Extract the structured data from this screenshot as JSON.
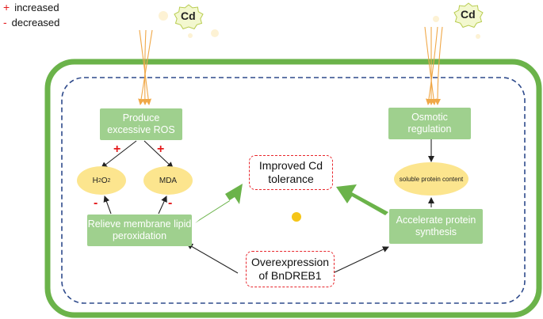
{
  "legend": {
    "plus_symbol": "+",
    "plus_text": "increased",
    "minus_symbol": "-",
    "minus_text": "decreased"
  },
  "cd_label": "Cd",
  "nodes": {
    "produce_ros": "Produce excessive ROS",
    "h2o2_main": "H",
    "h2o2_sub1": "2",
    "h2o2_mid": "O",
    "h2o2_sub2": "2",
    "mda": "MDA",
    "relieve": "Relieve membrane lipid peroxidation",
    "improved": "Improved Cd tolerance",
    "overexpression": "Overexpression of BnDREB1",
    "osmotic": "Osmotic regulation",
    "soluble": "soluble protein content",
    "accelerate": "Accelerate protein synthesis"
  },
  "signs": {
    "plus_h2o2": "+",
    "plus_mda": "+",
    "minus_h2o2": "-",
    "minus_mda": "-"
  },
  "colors": {
    "cell_wall": "#6bb34a",
    "membrane": "#2e4a8b",
    "box": "#9fd08e",
    "ellipse": "#fce58e",
    "flux": "#f0a848",
    "highlight": "#e8262c"
  }
}
